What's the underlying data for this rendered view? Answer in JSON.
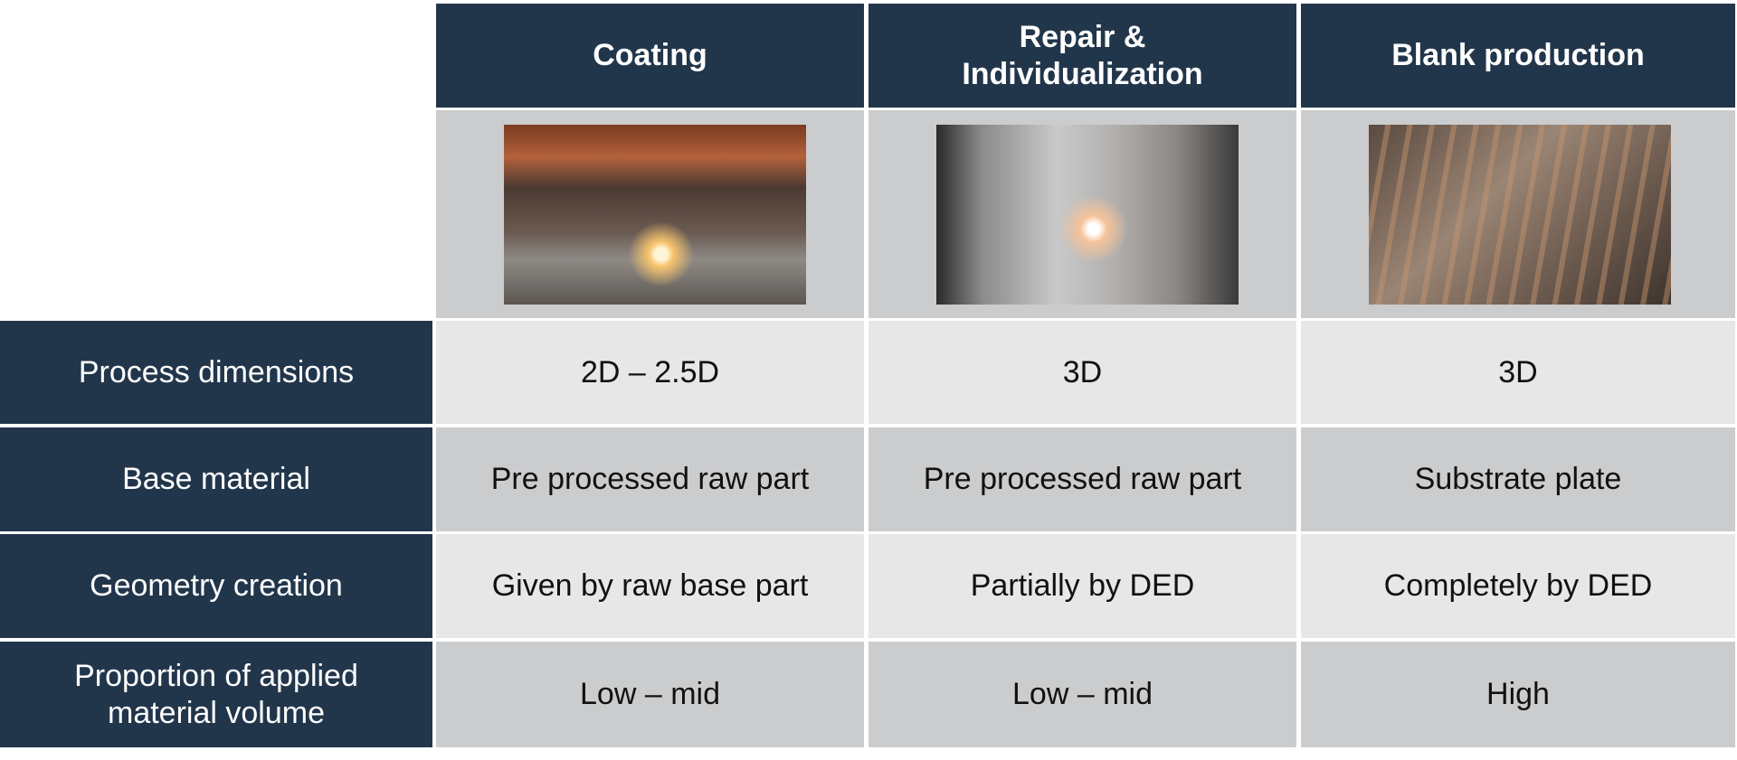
{
  "columns": [
    {
      "title": "Coating",
      "image": "laser-coating-photo"
    },
    {
      "title": "Repair & Individualization",
      "image": "laser-repair-photo"
    },
    {
      "title": "Blank production",
      "image": "blank-production-photo"
    }
  ],
  "rows": [
    {
      "label": "Process dimensions",
      "values": [
        "2D – 2.5D",
        "3D",
        "3D"
      ]
    },
    {
      "label": "Base material",
      "values": [
        "Pre processed raw part",
        "Pre processed raw part",
        "Substrate plate"
      ]
    },
    {
      "label": "Geometry creation",
      "values": [
        "Given by raw base part",
        "Partially by DED",
        "Completely by DED"
      ]
    },
    {
      "label": "Proportion of applied material volume",
      "values": [
        "Low – mid",
        "Low – mid",
        "High"
      ]
    }
  ],
  "colors": {
    "header": "#22364b",
    "dark_row": "#cbcccd",
    "light_row": "#e7e7e7"
  }
}
